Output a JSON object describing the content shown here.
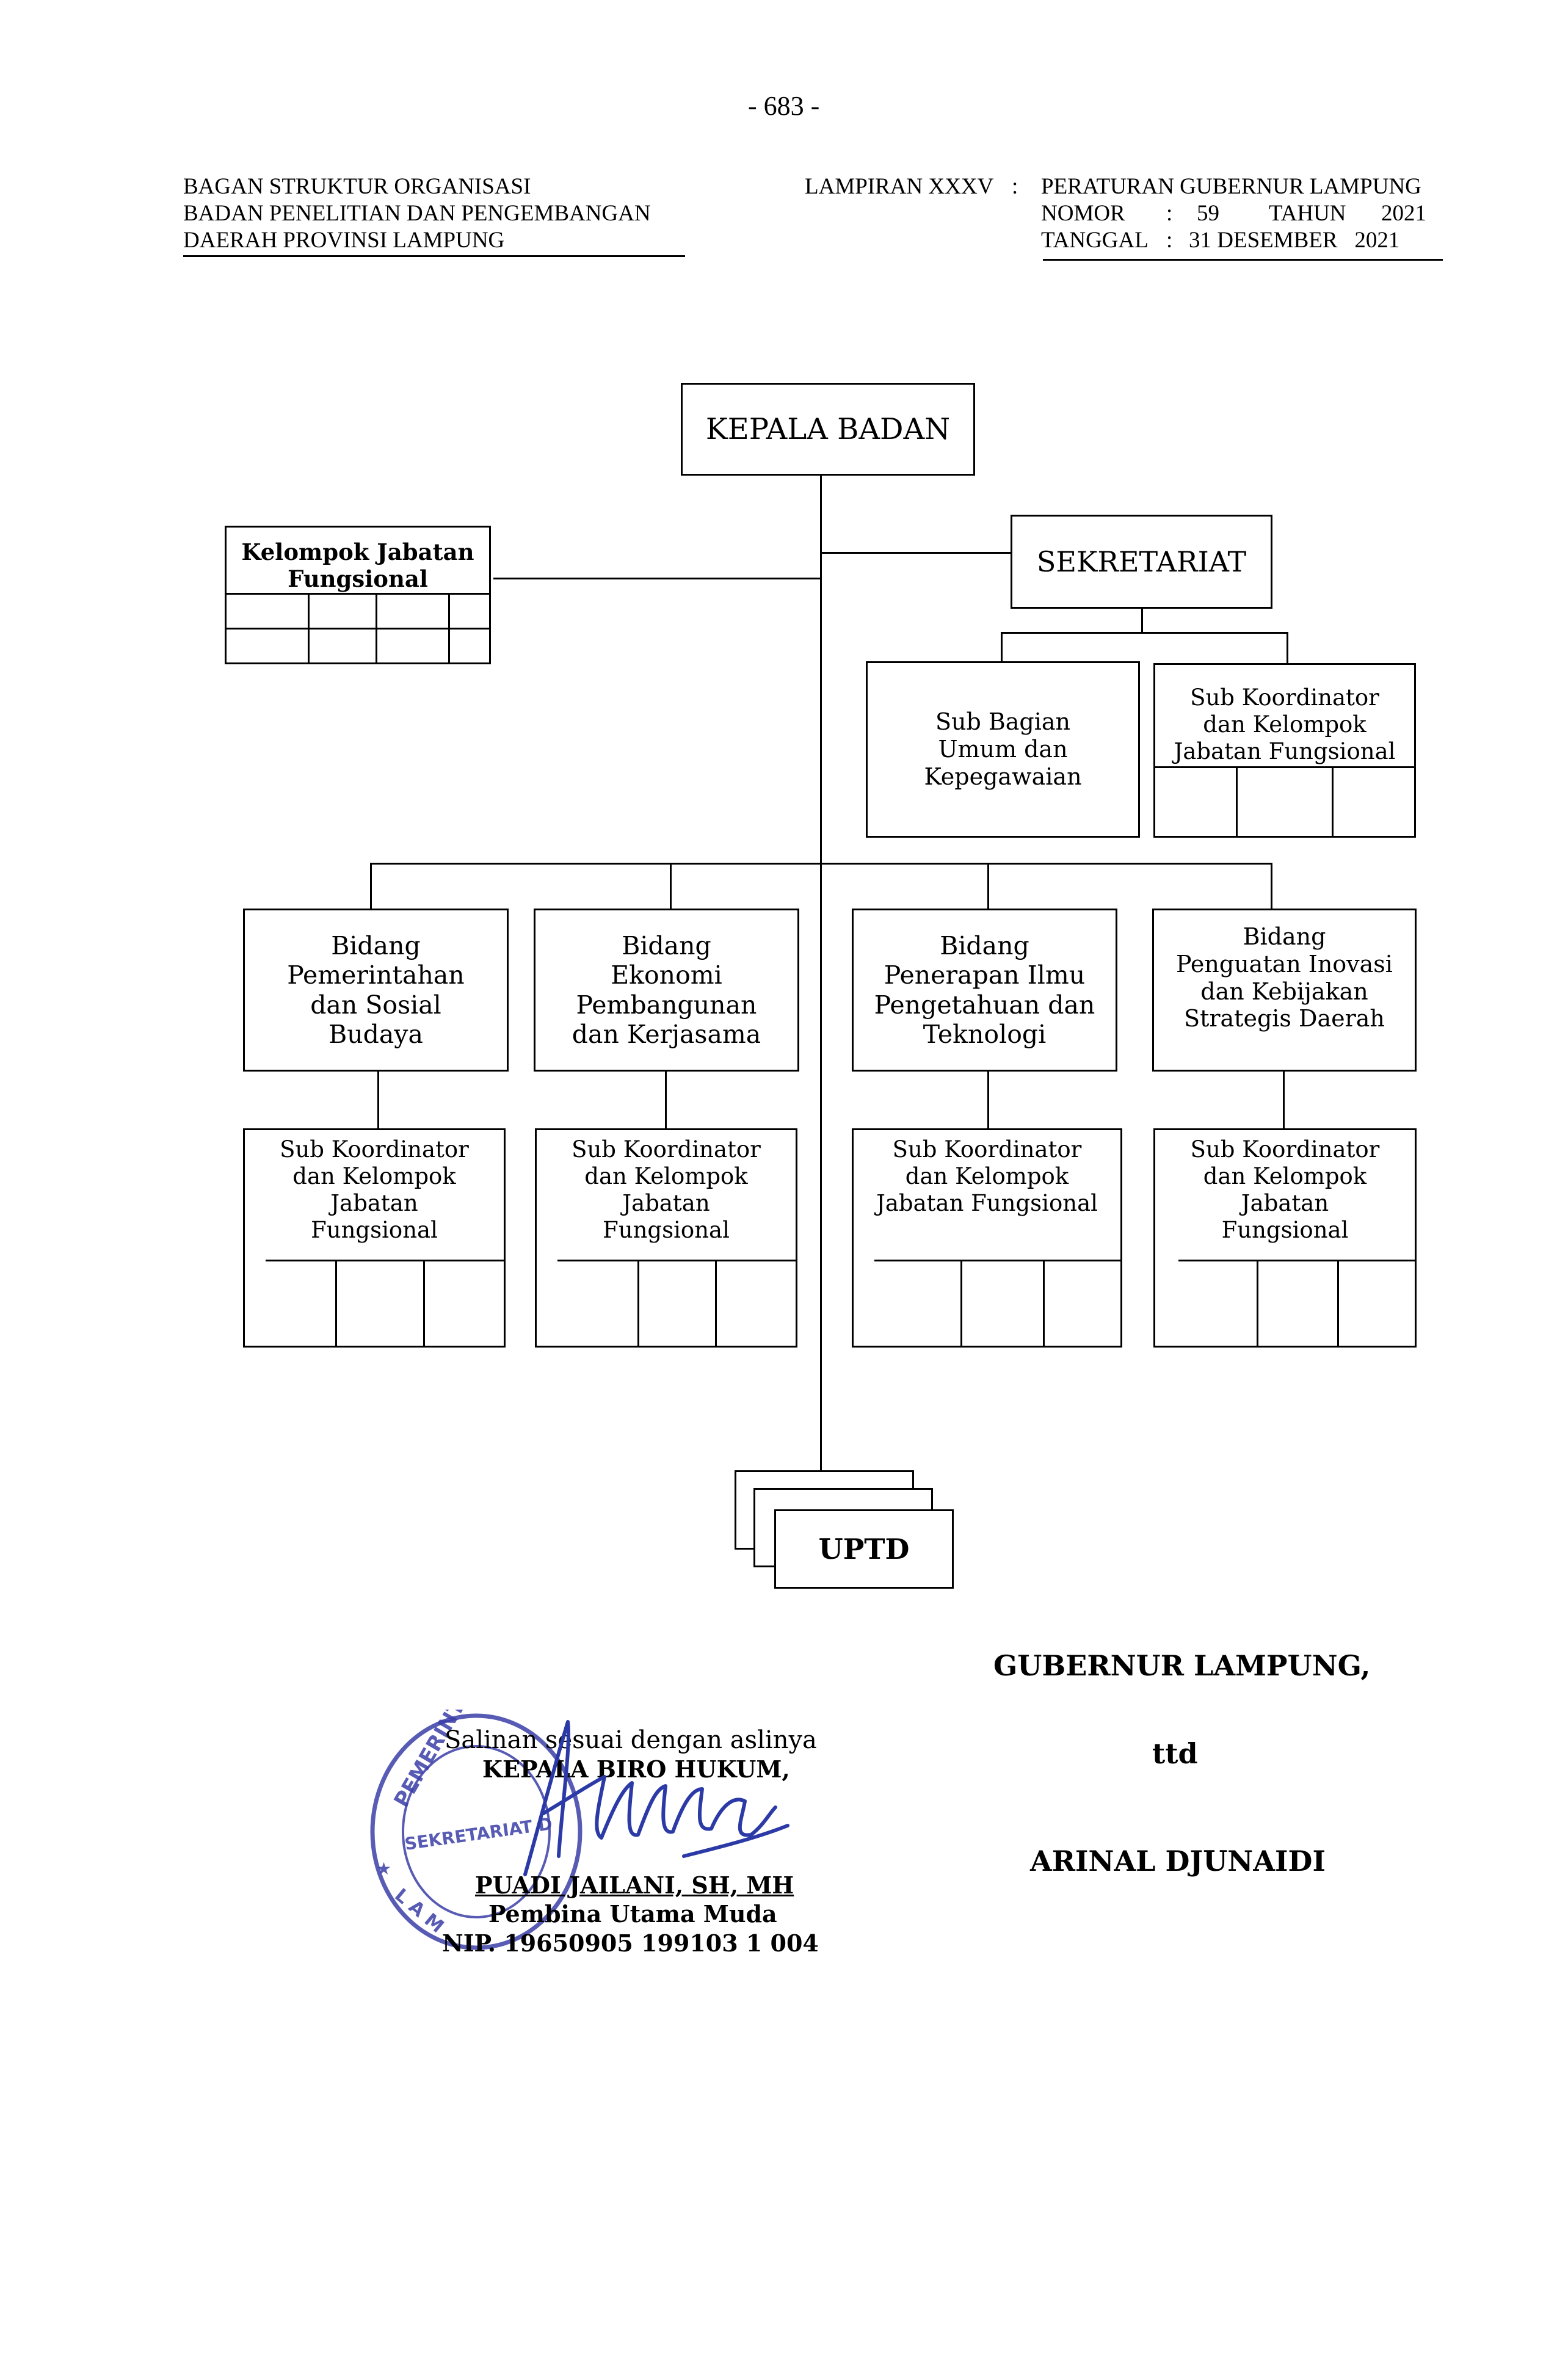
{
  "page_number": "- 683 -",
  "header_left": {
    "line1": "BAGAN STRUKTUR ORGANISASI",
    "line2": "BADAN PENELITIAN DAN PENGEMBANGAN",
    "line3": "DAERAH PROVINSI LAMPUNG"
  },
  "header_right": {
    "lampiran_label": "LAMPIRAN XXXV",
    "lampiran_sep": ":",
    "lampiran_value": "PERATURAN GUBERNUR LAMPUNG",
    "nomor_label": "NOMOR",
    "nomor_sep": ":",
    "nomor_value": "59",
    "tahun_label": "TAHUN",
    "tahun_value": "2021",
    "tanggal_label": "TANGGAL",
    "tanggal_sep": ":",
    "tanggal_value": "31 DESEMBER   2021"
  },
  "chart": {
    "kepala": "KEPALA BADAN",
    "kelompok": "Kelompok Jabatan\nFungsional",
    "sekretariat": "SEKRETARIAT",
    "sub_bagian": "Sub Bagian\nUmum dan\nKepegawaian",
    "sekretariat_sub_koordinator": "Sub Koordinator\ndan Kelompok\nJabatan Fungsional",
    "bidang": [
      "Bidang\nPemerintahan\ndan Sosial\nBudaya",
      "Bidang\nEkonomi\nPembangunan\ndan Kerjasama",
      "Bidang\nPenerapan Ilmu\nPengetahuan dan\nTeknologi",
      "Bidang\nPenguatan Inovasi\ndan Kebijakan\nStrategis Daerah"
    ],
    "sub_koordinator": [
      "Sub Koordinator\ndan Kelompok\nJabatan\nFungsional",
      "Sub Koordinator\ndan Kelompok\nJabatan\nFungsional",
      "Sub Koordinator\ndan Kelompok\nJabatan Fungsional",
      "Sub Koordinator\ndan Kelompok\nJabatan\nFungsional"
    ],
    "uptd": "UPTD"
  },
  "signature_block": {
    "title": "GUBERNUR LAMPUNG,",
    "ttd": "ttd",
    "name": "ARINAL DJUNAIDI"
  },
  "certification": {
    "line1": "Salinan sesuai dengan aslinya",
    "line2": "KEPALA BIRO HUKUM,",
    "name": "PUADI JAILANI, SH, MH",
    "rank": "Pembina Utama Muda",
    "nip": "NIP. 19650905 199103 1 004",
    "stamp_text_top": "PEMERINTAH",
    "stamp_text_mid": "SEKRETARIAT D",
    "stamp_text_bottom": "LAMPUNG"
  },
  "colors": {
    "ink": "#000000",
    "stamp": "#3b3fa8",
    "signature": "#2b3aa6"
  }
}
